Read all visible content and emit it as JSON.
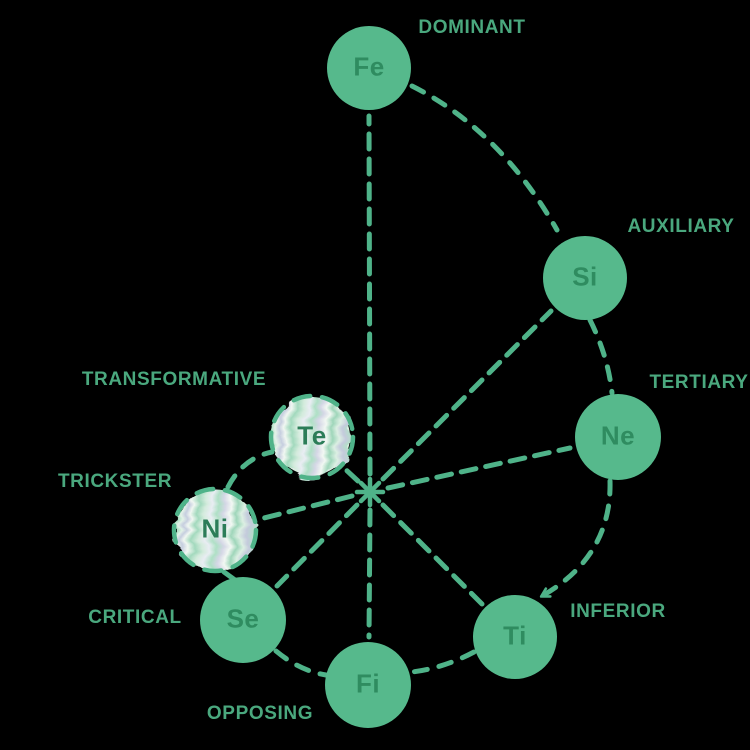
{
  "diagram_title": "cognitive-function-stack-spiral",
  "colors": {
    "background": "#000000",
    "circle_fill": "#56b98c",
    "circle_letter": "#2f8c60",
    "label_text": "#4aa87e",
    "dash": "#4fb389"
  },
  "functions": [
    {
      "symbol": "Fe",
      "role": "DOMINANT",
      "node_style": "solid"
    },
    {
      "symbol": "Si",
      "role": "AUXILIARY",
      "node_style": "solid"
    },
    {
      "symbol": "Ne",
      "role": "TERTIARY",
      "node_style": "solid"
    },
    {
      "symbol": "Ti",
      "role": "INFERIOR",
      "node_style": "solid"
    },
    {
      "symbol": "Fi",
      "role": "OPPOSING",
      "node_style": "solid"
    },
    {
      "symbol": "Se",
      "role": "CRITICAL",
      "node_style": "solid"
    },
    {
      "symbol": "Ni",
      "role": "TRICKSTER",
      "node_style": "marbled-dashed"
    },
    {
      "symbol": "Te",
      "role": "TRANSFORMATIVE",
      "node_style": "marbled-dashed"
    }
  ]
}
